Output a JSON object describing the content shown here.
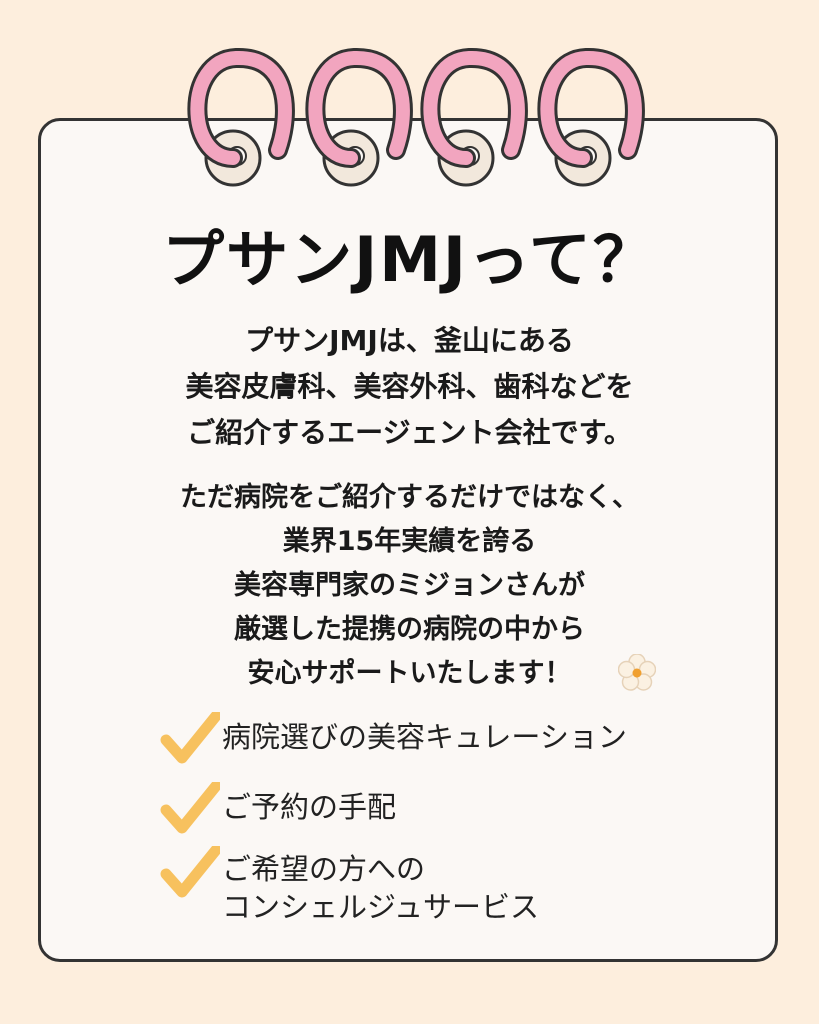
{
  "title": "プサンJMJって？",
  "intro": {
    "lines": [
      "プサンJMJは、釜山にある",
      "美容皮膚科、美容外科、歯科などを",
      "ご紹介するエージェント会社です。"
    ]
  },
  "detail": {
    "lines": [
      "ただ病院をご紹介するだけではなく、",
      "業界15年実績を誇る",
      "美容専門家のミジョンさんが",
      "厳選した提携の病院の中から",
      "安心サポートいたします！"
    ]
  },
  "features": [
    {
      "lines": [
        "病院選びの美容キュレーション"
      ]
    },
    {
      "lines": [
        "ご予約の手配"
      ]
    },
    {
      "lines": [
        "ご希望の方への",
        "コンシェルジュサービス"
      ]
    }
  ],
  "icons": {
    "check": "check-icon",
    "flower": "flower-icon",
    "ring": "spiral-ring"
  },
  "colors": {
    "background": "#fdeedd",
    "card": "#fbf8f5",
    "ring": "#f2a5bf",
    "check": "#f7c15e",
    "flower_center": "#f0a030"
  }
}
